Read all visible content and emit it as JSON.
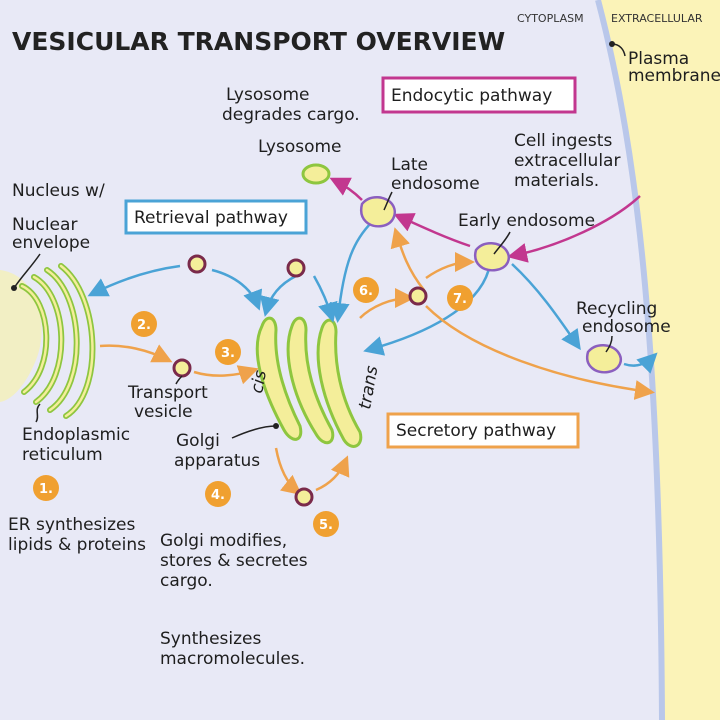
{
  "title": "VESICULAR TRANSPORT OVERVIEW",
  "regions": {
    "cytoplasm": "CYTOPLASM",
    "extracellular": "EXTRACELLULAR"
  },
  "labels": {
    "plasma_membrane_1": "Plasma",
    "plasma_membrane_2": "membrane",
    "lysosome_degrades_1": "Lysosome",
    "lysosome_degrades_2": "degrades cargo.",
    "lysosome": "Lysosome",
    "late_endosome_1": "Late",
    "late_endosome_2": "endosome",
    "cell_ingests_1": "Cell ingests",
    "cell_ingests_2": "extracellular",
    "cell_ingests_3": "materials.",
    "early_endosome": "Early endosome",
    "nucleus_1": "Nucleus w/",
    "nucleus_2": "Nuclear",
    "nucleus_3": "envelope",
    "recycling_1": "Recycling",
    "recycling_2": "endosome",
    "transport_1": "Transport",
    "transport_2": "vesicle",
    "cis": "cis",
    "trans": "trans",
    "golgi_1": "Golgi",
    "golgi_2": "apparatus",
    "er_1": "Endoplasmic",
    "er_2": "reticulum",
    "step1_1": "ER synthesizes",
    "step1_2": "lipids & proteins",
    "step4_1": "Golgi modifies,",
    "step4_2": "stores & secretes",
    "step4_3": "cargo.",
    "synth_1": "Synthesizes",
    "synth_2": "macromolecules."
  },
  "pathways": {
    "endocytic": "Endocytic pathway",
    "retrieval": "Retrieval pathway",
    "secretory": "Secretory pathway"
  },
  "steps": [
    "1.",
    "2.",
    "3.",
    "4.",
    "5.",
    "6.",
    "7."
  ],
  "colors": {
    "cytoplasm": "#e8e9f6",
    "extracellular": "#fbf3b8",
    "membrane": "#b9c7ea",
    "title": "#6b2233",
    "endocytic": "#c2378f",
    "retrieval": "#4aa3d6",
    "secretory": "#efa24b",
    "step_badge": "#f0a030",
    "organelle_fill": "#f4ee9a",
    "organelle_edge": "#8ec63f",
    "vesicle_edge": "#7a2a4a"
  }
}
